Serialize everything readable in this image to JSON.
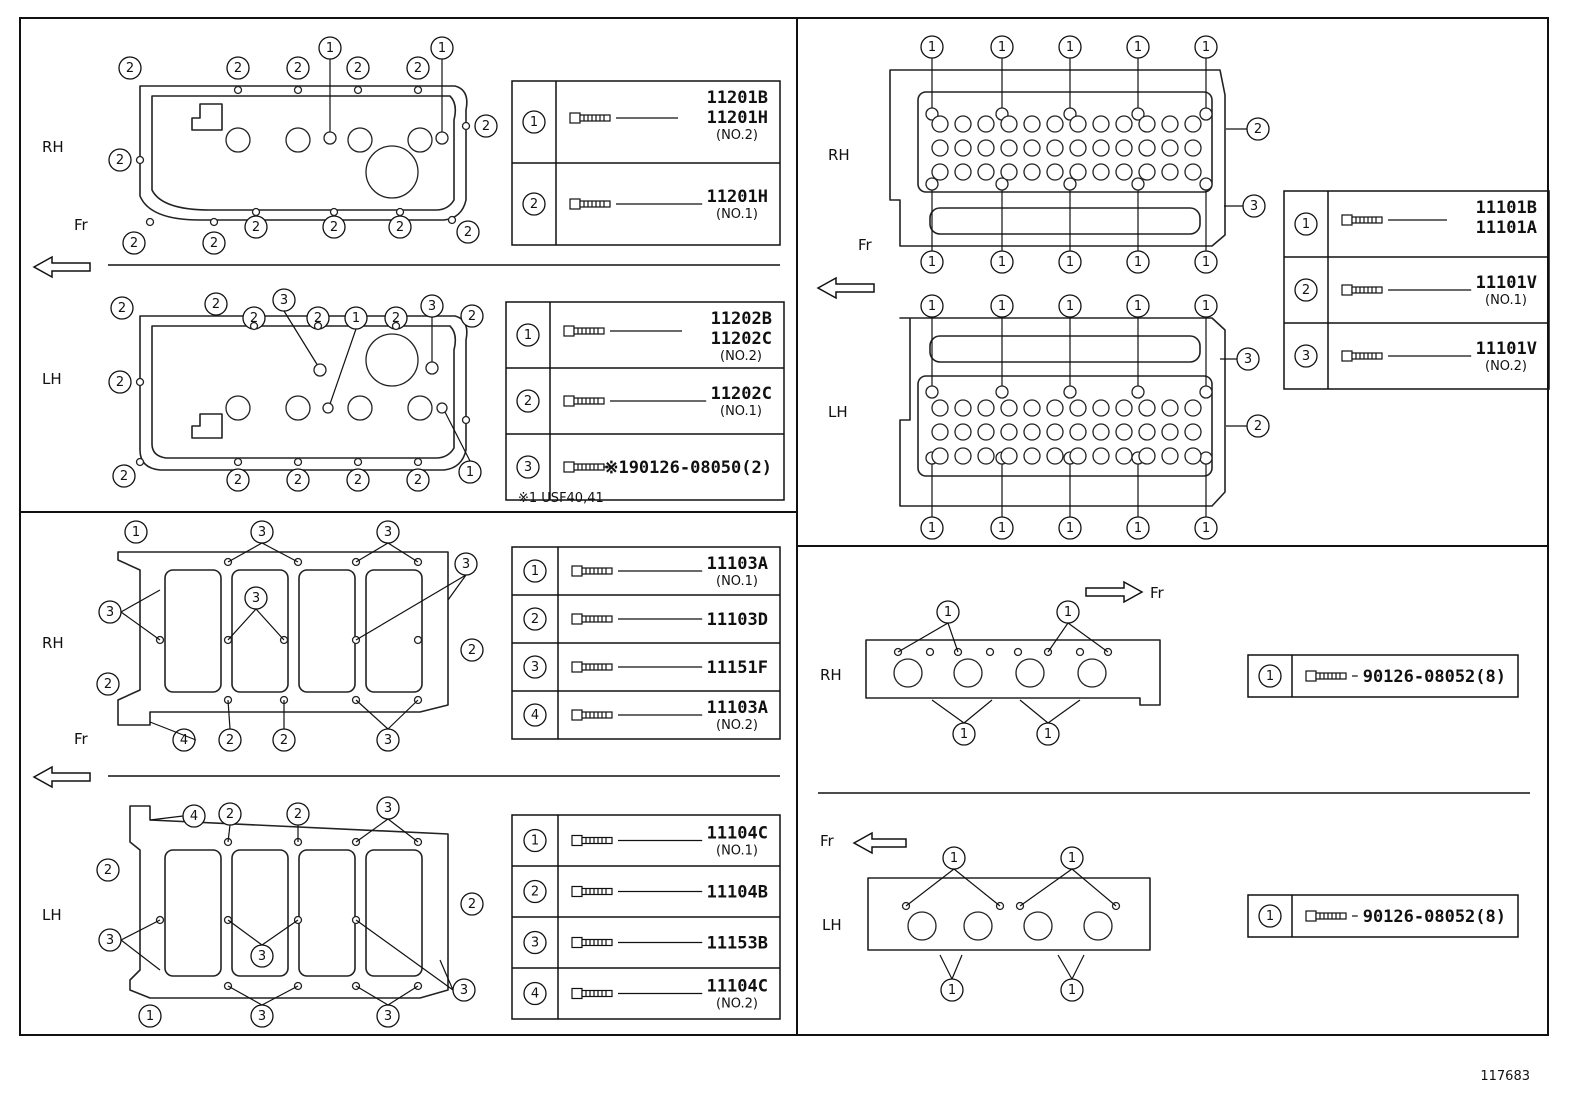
{
  "labels": {
    "rh": "RH",
    "lh": "LH",
    "fr": "Fr",
    "footnote": "※1 USF40,41",
    "ref_no": "117683"
  },
  "tables": {
    "head_cover_rh": [
      {
        "num": "1",
        "parts": [
          "11201B",
          "11201H"
        ],
        "sub": "(NO.2)"
      },
      {
        "num": "2",
        "parts": [
          "11201H"
        ],
        "sub": "(NO.1)"
      }
    ],
    "head_cover_lh": [
      {
        "num": "1",
        "parts": [
          "11202B",
          "11202C"
        ],
        "sub": "(NO.2)"
      },
      {
        "num": "2",
        "parts": [
          "11202C"
        ],
        "sub": "(NO.1)"
      },
      {
        "num": "3",
        "parts": [
          "※190126-08050(2)"
        ],
        "sub": ""
      }
    ],
    "cylinder_head": [
      {
        "num": "1",
        "parts": [
          "11101B",
          "11101A"
        ],
        "sub": ""
      },
      {
        "num": "2",
        "parts": [
          "11101V"
        ],
        "sub": "(NO.1)"
      },
      {
        "num": "3",
        "parts": [
          "11101V"
        ],
        "sub": "(NO.2)"
      }
    ],
    "lower_rh": [
      {
        "num": "1",
        "parts": [
          "11103A"
        ],
        "sub": "(NO.1)"
      },
      {
        "num": "2",
        "parts": [
          "11103D"
        ],
        "sub": ""
      },
      {
        "num": "3",
        "parts": [
          "11151F"
        ],
        "sub": ""
      },
      {
        "num": "4",
        "parts": [
          "11103A"
        ],
        "sub": "(NO.2)"
      }
    ],
    "lower_lh": [
      {
        "num": "1",
        "parts": [
          "11104C"
        ],
        "sub": "(NO.1)"
      },
      {
        "num": "2",
        "parts": [
          "11104B"
        ],
        "sub": ""
      },
      {
        "num": "3",
        "parts": [
          "11153B"
        ],
        "sub": ""
      },
      {
        "num": "4",
        "parts": [
          "11104C"
        ],
        "sub": "(NO.2)"
      }
    ],
    "stud_rh": [
      {
        "num": "1",
        "parts": [
          "90126-08052(8)"
        ],
        "sub": ""
      }
    ],
    "stud_lh": [
      {
        "num": "1",
        "parts": [
          "90126-08052(8)"
        ],
        "sub": ""
      }
    ]
  }
}
